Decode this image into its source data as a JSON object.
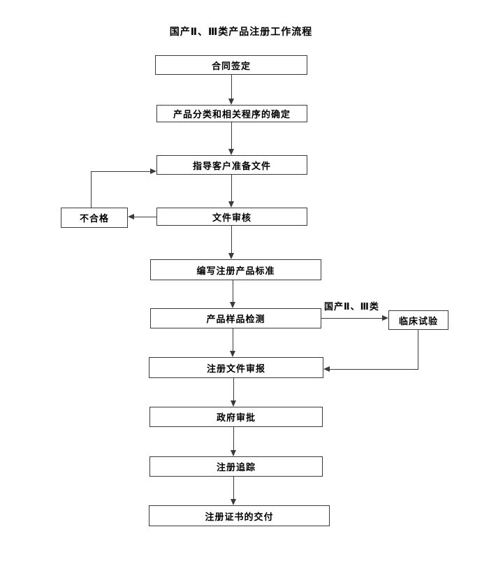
{
  "title": "国产Ⅱ、Ⅲ类产品注册工作流程",
  "colors": {
    "background": "#ffffff",
    "line": "#3a3a3a",
    "text": "#000000"
  },
  "nodes": {
    "contract": {
      "label": "合同签定"
    },
    "classification": {
      "label": "产品分类和相关程序的确定"
    },
    "guide_docs": {
      "label": "指导客户准备文件"
    },
    "doc_review": {
      "label": "文件审核"
    },
    "unqualified": {
      "label": "不合格"
    },
    "standard": {
      "label": "编写注册产品标准"
    },
    "sample_test": {
      "label": "产品样品检测"
    },
    "clinical_trial": {
      "label": "临床试验"
    },
    "doc_submission": {
      "label": "注册文件审报"
    },
    "gov_approval": {
      "label": "政府审批"
    },
    "tracking": {
      "label": "注册追踪"
    },
    "certificate": {
      "label": "注册证书的交付"
    }
  },
  "edge_labels": {
    "domestic_class": "国产Ⅱ、Ⅲ类"
  },
  "edges": [
    {
      "from": "contract",
      "to": "classification"
    },
    {
      "from": "classification",
      "to": "guide_docs"
    },
    {
      "from": "guide_docs",
      "to": "doc_review"
    },
    {
      "from": "doc_review",
      "to": "unqualified"
    },
    {
      "from": "unqualified",
      "to": "guide_docs"
    },
    {
      "from": "doc_review",
      "to": "standard"
    },
    {
      "from": "standard",
      "to": "sample_test"
    },
    {
      "from": "sample_test",
      "to": "clinical_trial",
      "label": "国产Ⅱ、Ⅲ类"
    },
    {
      "from": "sample_test",
      "to": "doc_submission"
    },
    {
      "from": "clinical_trial",
      "to": "doc_submission"
    },
    {
      "from": "doc_submission",
      "to": "gov_approval"
    },
    {
      "from": "gov_approval",
      "to": "tracking"
    },
    {
      "from": "tracking",
      "to": "certificate"
    }
  ]
}
